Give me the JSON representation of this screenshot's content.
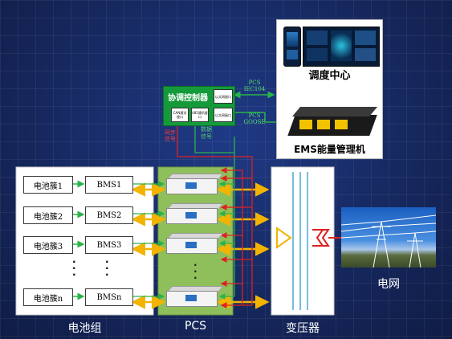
{
  "battery_group": {
    "label": "电池组",
    "clusters": [
      "电池簇1",
      "电池簇2",
      "电池簇3",
      "电池簇n"
    ],
    "bms": [
      "BMS1",
      "BMS2",
      "BMS3",
      "BMSn"
    ],
    "ellipsis": "·\n·\n·"
  },
  "pcs": {
    "label": "PCS"
  },
  "transformer": {
    "label": "变压器"
  },
  "grid": {
    "label": "电网"
  },
  "controller": {
    "title": "协调控制器",
    "port_a": "以太网接口",
    "port_b": "以太网接口",
    "port_c": "CAN通讯接口",
    "port_d": "485通讯接口"
  },
  "links": {
    "iec104": "PCS\nIEC104",
    "goose": "PCS\nGOOSE",
    "sync_signal": "同步\n信号",
    "data_signal": "数据\n信号"
  },
  "dispatch": {
    "label": "调度中心"
  },
  "ems": {
    "label": "EMS能量管理机"
  },
  "colors": {
    "green": "#2ab34a",
    "yellow": "#f2b400",
    "red": "#e02020",
    "blue_bg": "#15255a"
  }
}
